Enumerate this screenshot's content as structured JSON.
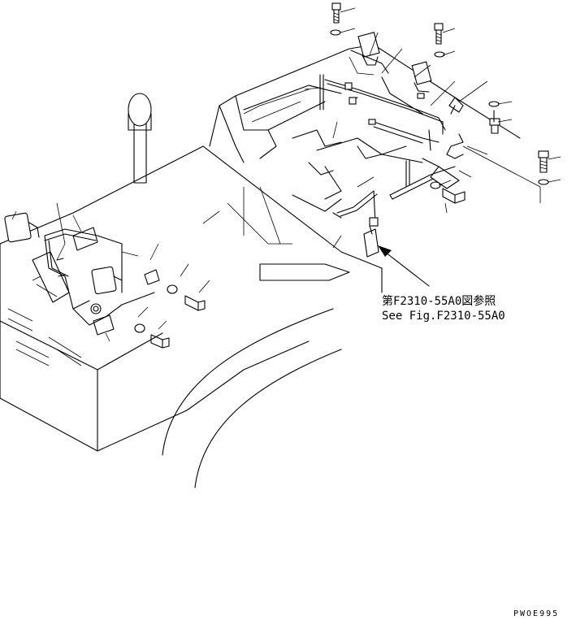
{
  "reference_note": {
    "line_jp": "第F2310-55A0図参照",
    "line_en": "See Fig.F2310-55A0"
  },
  "drawing_code": "PWOE995"
}
